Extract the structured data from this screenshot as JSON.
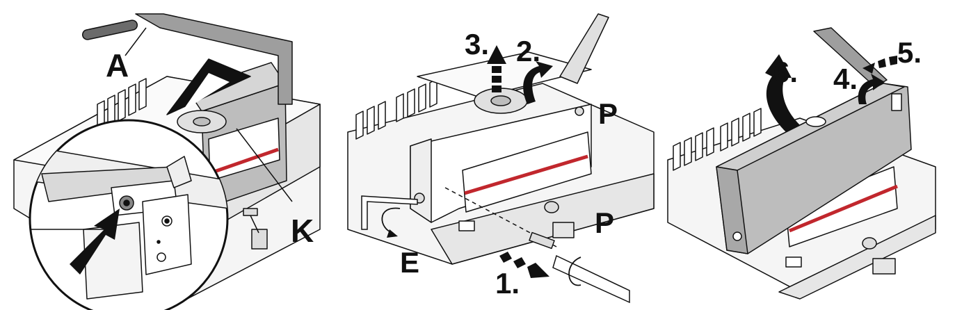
{
  "colors": {
    "outline": "#111111",
    "light_gray": "#f2f2f2",
    "mid_gray": "#d9d9d9",
    "dark_gray": "#b3b3b3",
    "blade_red": "#c1272d",
    "arrow": "#111111"
  },
  "panels": [
    {
      "id": "panel-1",
      "labels": {
        "a": "A",
        "k": "K"
      },
      "icons": [
        "lever-handle-icon",
        "magnifier-circle-icon",
        "press-arrow-icon"
      ]
    },
    {
      "id": "panel-2",
      "labels": {
        "p_top": "P",
        "p_bottom": "P",
        "e": "E",
        "step1": "1.",
        "step2": "2.",
        "step3": "3."
      },
      "icons": [
        "hex-key-icon",
        "screwdriver-icon",
        "rotate-arrow-icon",
        "dashed-arrow-icon"
      ]
    },
    {
      "id": "panel-3",
      "labels": {
        "step4": "4.",
        "step5": "5.",
        "step6": "6."
      },
      "icons": [
        "curved-arrow-icon",
        "dashed-arrow-icon"
      ]
    }
  ]
}
